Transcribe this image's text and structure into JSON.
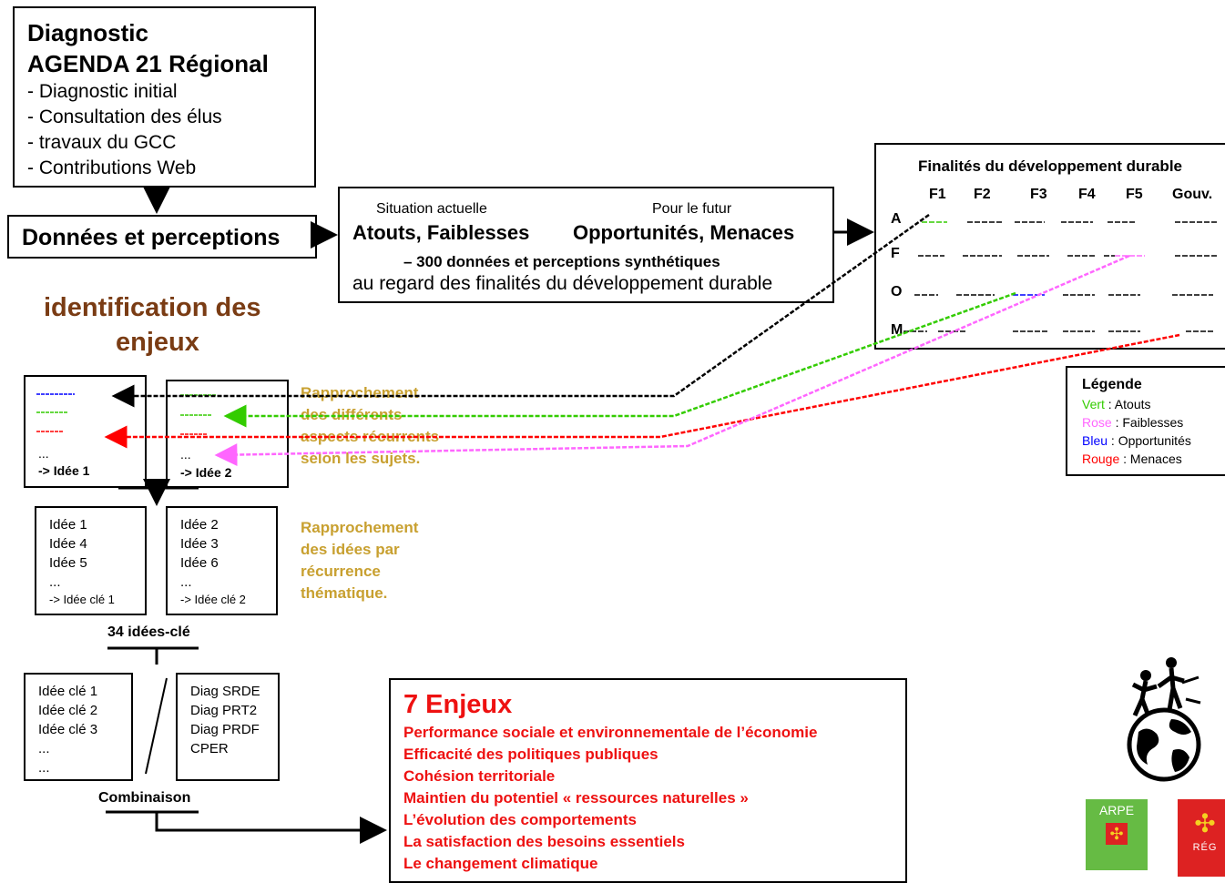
{
  "diagnostic": {
    "title1": "Diagnostic",
    "title2": "AGENDA 21 Régional",
    "items": [
      "- Diagnostic initial",
      "- Consultation des élus",
      "- travaux du GCC",
      "- Contributions Web"
    ]
  },
  "donnees_label": "Données et perceptions",
  "situation": {
    "left_header": "Situation actuelle",
    "left_title": "Atouts, Faiblesses",
    "right_header": "Pour le futur",
    "right_title": "Opportunités, Menaces",
    "line1": "– 300 données et perceptions synthétiques",
    "line2": "au regard des finalités du développement durable"
  },
  "finalites": {
    "title": "Finalités du développement durable",
    "columns": [
      "F1",
      "F2",
      "F3",
      "F4",
      "F5",
      "Gouv."
    ],
    "rows": [
      "A",
      "F",
      "O",
      "M"
    ]
  },
  "legend": {
    "title": "Légende",
    "entries": [
      {
        "color_word": "Vert",
        "label": " : Atouts",
        "color": "#33cc00"
      },
      {
        "color_word": "Rose",
        "label": " : Faiblesses",
        "color": "#ff66ff"
      },
      {
        "color_word": "Bleu",
        "label": " : Opportunités",
        "color": "#0000ff"
      },
      {
        "color_word": "Rouge",
        "label": " : Menaces",
        "color": "#ff0000"
      }
    ]
  },
  "identification": {
    "line1": "identification des",
    "line2": "enjeux"
  },
  "idea_box1": {
    "dots": "...",
    "result": "-> Idée 1"
  },
  "idea_box2": {
    "dots": "...",
    "result": "-> Idée 2"
  },
  "rapprochement1": [
    "Rapprochement",
    "des différents",
    "aspects récurrents",
    "selon les sujets."
  ],
  "group_box1": {
    "items": [
      "Idée 1",
      "Idée 4",
      "Idée 5",
      "..."
    ],
    "result": "-> Idée clé 1"
  },
  "group_box2": {
    "items": [
      "Idée 2",
      "Idée 3",
      "Idée 6",
      "..."
    ],
    "result": "-> Idée clé 2"
  },
  "rapprochement2": [
    "Rapprochement",
    "des idées par",
    "récurrence",
    "thématique."
  ],
  "key_count": "34 idées-clé",
  "key_box": {
    "items": [
      "Idée clé 1",
      "Idée clé 2",
      "Idée clé 3",
      "...",
      "..."
    ]
  },
  "diag_box": {
    "items": [
      "Diag SRDE",
      "Diag PRT2",
      "Diag PRDF",
      "CPER"
    ]
  },
  "combinaison": "Combinaison",
  "enjeux": {
    "title": "7 Enjeux",
    "items": [
      "Performance sociale et environnementale de l’économie",
      "Efficacité des politiques publiques",
      "Cohésion territoriale",
      "Maintien du potentiel « ressources naturelles »",
      "L’évolution des comportements",
      "La satisfaction des besoins essentiels",
      "Le changement climatique"
    ]
  },
  "arpe_logo": {
    "text": "ARPE",
    "color": "#66bb44"
  },
  "region_logo": {
    "text": "RÉG",
    "color": "#dd2222"
  },
  "colors": {
    "brown": "#7a3c14",
    "olive": "#c8a030",
    "enjeux_red": "#ee1111"
  }
}
